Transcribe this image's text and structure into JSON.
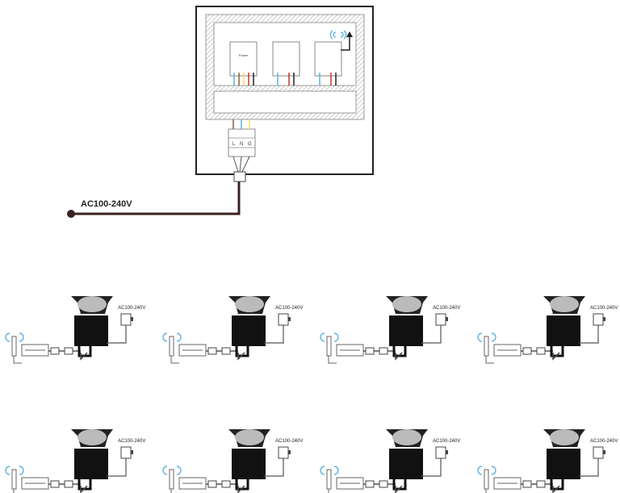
{
  "control_box": {
    "modules": [
      {
        "label": "Power"
      },
      {
        "label": ""
      },
      {
        "label": ""
      }
    ],
    "terminal_labels": [
      "L",
      "N",
      "G"
    ],
    "wire_colors": [
      "#5ab4d8",
      "#8b5a3c",
      "#f0e060",
      "#d03030",
      "#222222"
    ]
  },
  "mains_label": "AC100-240V",
  "units": [
    {
      "ac_label": "AC100-240V"
    },
    {
      "ac_label": "AC100-240V"
    },
    {
      "ac_label": "AC100-240V"
    },
    {
      "ac_label": "AC100-240V"
    },
    {
      "ac_label": "AC100-240V"
    },
    {
      "ac_label": "AC100-240V"
    },
    {
      "ac_label": "AC100-240V"
    },
    {
      "ac_label": "AC100-240V"
    }
  ],
  "colors": {
    "cable": "#3a2222",
    "signal": "#4aa8e0",
    "lamp": "#111111"
  }
}
